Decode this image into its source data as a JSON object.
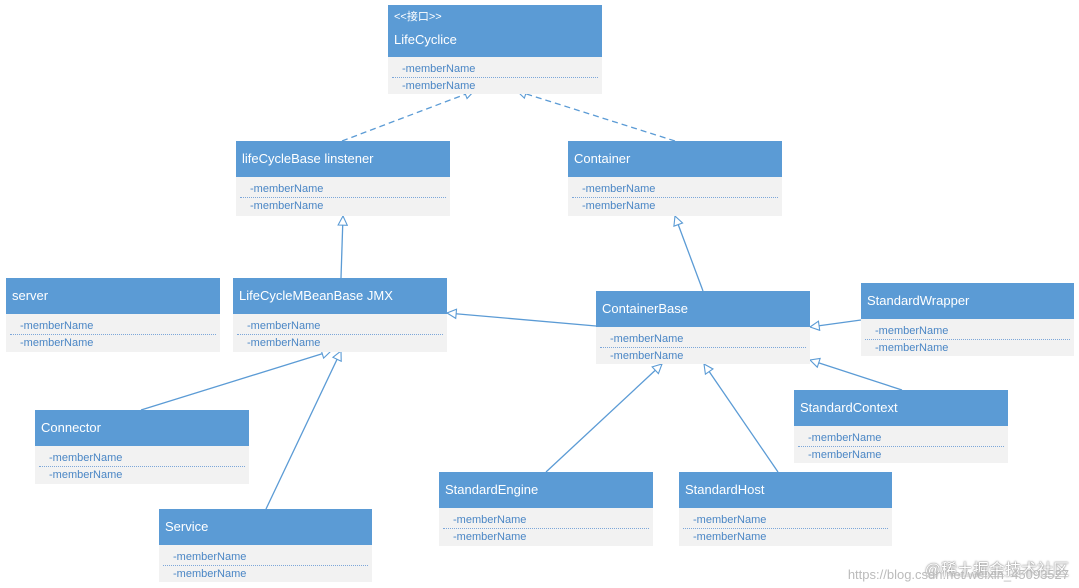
{
  "colors": {
    "header": "#5b9bd5",
    "member_text": "#4a86c5",
    "body": "#f2f2f2",
    "edge": "#5b9bd5"
  },
  "classes": {
    "lifecyclice": {
      "stereotype": "<<接口>>",
      "name": "LifeCyclice",
      "members": [
        "-memberName",
        "-memberName"
      ]
    },
    "lifecyclebase": {
      "name": "lifeCycleBase  linstener",
      "members": [
        "-memberName",
        "-memberName"
      ]
    },
    "container": {
      "name": "Container",
      "members": [
        "-memberName",
        "-memberName"
      ]
    },
    "server": {
      "name": "server",
      "members": [
        "-memberName",
        "-memberName"
      ]
    },
    "lifecyclembeanbase": {
      "name": "LifeCycleMBeanBase  JMX",
      "members": [
        "-memberName",
        "-memberName"
      ]
    },
    "containerbase": {
      "name": "ContainerBase",
      "members": [
        "-memberName",
        "-memberName"
      ]
    },
    "standardwrapper": {
      "name": "StandardWrapper",
      "members": [
        "-memberName",
        "-memberName"
      ]
    },
    "connector": {
      "name": "Connector",
      "members": [
        "-memberName",
        "-memberName"
      ]
    },
    "standardcontext": {
      "name": "StandardContext",
      "members": [
        "-memberName",
        "-memberName"
      ]
    },
    "standardengine": {
      "name": "StandardEngine",
      "members": [
        "-memberName",
        "-memberName"
      ]
    },
    "standardhost": {
      "name": "StandardHost",
      "members": [
        "-memberName",
        "-memberName"
      ]
    },
    "service": {
      "name": "Service",
      "members": [
        "-memberName",
        "-memberName"
      ]
    }
  },
  "watermark": {
    "main": "@稀土掘金技术社区",
    "sub": "https://blog.csdn.net/weixin_45093527"
  }
}
